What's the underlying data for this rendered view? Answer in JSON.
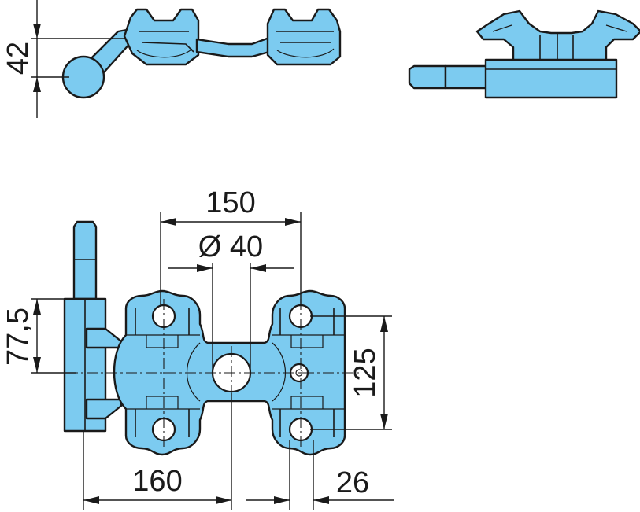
{
  "dimensions": {
    "top_height": "42",
    "width_150": "150",
    "diameter_40": "Ø 40",
    "height_77_5": "77,5",
    "height_125": "125",
    "width_160": "160",
    "width_26": "26"
  },
  "colors": {
    "part_fill": "#7ccbf0",
    "outline": "#1a1a1a",
    "background": "#ffffff"
  }
}
